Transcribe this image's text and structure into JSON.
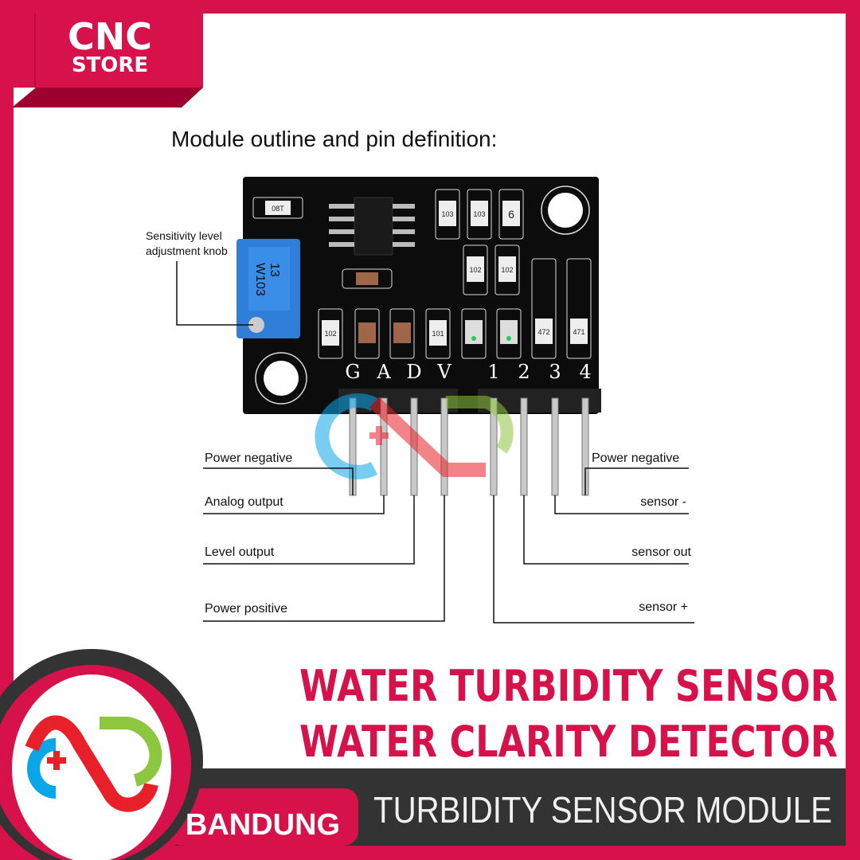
{
  "brand": {
    "line1": "CNC",
    "line2": "STORE",
    "city": "BANDUNG"
  },
  "diagram": {
    "title": "Module outline and pin definition:",
    "knob_label_1": "Sensitivity level",
    "knob_label_2": "adjustment knob",
    "pot_text_1": "13",
    "pot_text_2": "W103",
    "header_pins": [
      "G",
      "A",
      "D",
      "V",
      "1",
      "2",
      "3",
      "4"
    ],
    "components": [
      "08T",
      "103",
      "103",
      "6",
      "102",
      "102",
      "102",
      "101",
      "472",
      "471"
    ],
    "left_labels": [
      "Power negative",
      "Analog output",
      "Level output",
      "Power positive"
    ],
    "right_labels": [
      "Power negative",
      "sensor -",
      "sensor out",
      "sensor +"
    ]
  },
  "headline": {
    "line1": "WATER TURBIDITY SENSOR",
    "line2": "WATER CLARITY DETECTOR"
  },
  "subtitle": "TURBIDITY SENSOR MODULE",
  "colors": {
    "brand_red": "#d7124a",
    "dark": "#333333",
    "board": "#0c0c0c",
    "pot_blue": "#2f7fd8"
  }
}
